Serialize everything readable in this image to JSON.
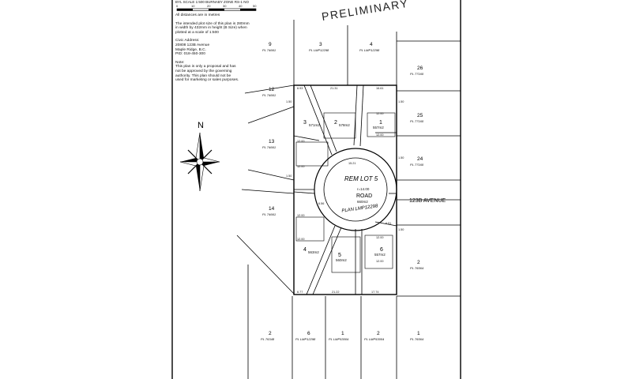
{
  "title_strip": "BYL  SCALE  1:500        BURNABY  ZONE  RS-1 NO",
  "stamp": "PRELIMINARY",
  "scale_numbers": [
    "0",
    "10",
    "20",
    "30",
    "40",
    "50"
  ],
  "dimension_note": "All distances are in metres",
  "plot_note": [
    "The intended plot size of this plan is 280mm",
    "in width by 432mm in height (B Size) when",
    "plotted at a scale of 1:500"
  ],
  "civic_address": [
    "Civic Address:",
    "20808 123B Avenue",
    "Maple Ridge, B.C.",
    "PID: 018-450-300"
  ],
  "disclaimer": [
    "Note:",
    "This plan is only a proposal and has",
    "not be approved by the governing",
    "authority. This plan should not be",
    "used for marketing or sales purposes."
  ],
  "north": "N",
  "avenue": "123B AVENUE",
  "road": {
    "label": "ROAD",
    "radius": "r=14.00",
    "area": "660m2",
    "plan": "PLAN LMP12298",
    "rem": "REM LOT 5"
  },
  "new_lots": [
    {
      "id": "1",
      "area": "557m2"
    },
    {
      "id": "2",
      "area": "578m2"
    },
    {
      "id": "3",
      "area": "571m2"
    },
    {
      "id": "4",
      "area": "563m2"
    },
    {
      "id": "5",
      "area": "560m2"
    },
    {
      "id": "6",
      "area": "557m2"
    }
  ],
  "neighbors": {
    "n9": {
      "num": "9",
      "plan": "PL 74661"
    },
    "n3t": {
      "num": "3",
      "plan": "PL LMP12298"
    },
    "n4t": {
      "num": "4",
      "plan": "PL LMP12298"
    },
    "n26": {
      "num": "26",
      "plan": "PL 77160"
    },
    "n12": {
      "num": "12",
      "plan": "PL 74661"
    },
    "n25": {
      "num": "25",
      "plan": "PL 77160"
    },
    "n13": {
      "num": "13",
      "plan": "PL 74661"
    },
    "n24": {
      "num": "24",
      "plan": "PL 77160"
    },
    "n14": {
      "num": "14",
      "plan": "PL 74661"
    },
    "n2r": {
      "num": "2",
      "plan": "PL 76564"
    },
    "n2b1": {
      "num": "2",
      "plan": "PL 76348"
    },
    "n6b": {
      "num": "6",
      "plan": "PL LMP12298"
    },
    "n1b": {
      "num": "1",
      "plan": "PL LMP53004"
    },
    "n2b2": {
      "num": "2",
      "plan": "PL LMP53004"
    },
    "n1br": {
      "num": "1",
      "plan": "PL 76564"
    }
  },
  "dims": {
    "top": [
      "6.93",
      "21.31",
      "16.61"
    ],
    "bottom": [
      "6.77",
      "21.22",
      "17.74"
    ],
    "l1": "12.00",
    "l2": "12.00",
    "l3": "12.00",
    "l4": "12.00",
    "r1": "12.00",
    "r2": "12.00",
    "r3": "12.00",
    "r4": "12.00",
    "edge": "1.50",
    "arc1": "15.21",
    "arc2": "6.51",
    "arc3": "6.56"
  }
}
